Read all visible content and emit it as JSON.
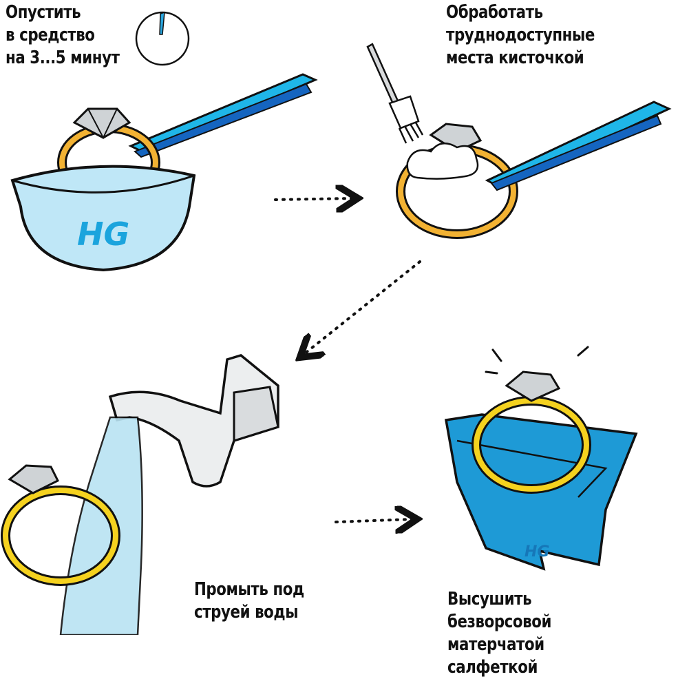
{
  "steps": [
    {
      "caption": "Опустить\nв средство\nна 3...5 минут"
    },
    {
      "caption": "Обработать\nтруднодоступные\nместа кисточкой"
    },
    {
      "caption": "Промыть под\nструей воды"
    },
    {
      "caption": "Высушить безворсовой\nматерчатой салфеткой"
    }
  ],
  "brand": {
    "bowl_logo": "HG",
    "cloth_logo": "HG"
  },
  "colors": {
    "tweezers": "#1fb6e8",
    "tweezers_dark": "#1565c0",
    "bowl": "#bfe7f7",
    "gold": "#f2b233",
    "ring_yellow": "#f5d21f",
    "cloth": "#1e9ad6",
    "water": "#b9e3f2"
  },
  "icons": [
    "clock-icon",
    "brush-icon",
    "arrow-icon",
    "faucet-icon",
    "sparkle-icon"
  ]
}
